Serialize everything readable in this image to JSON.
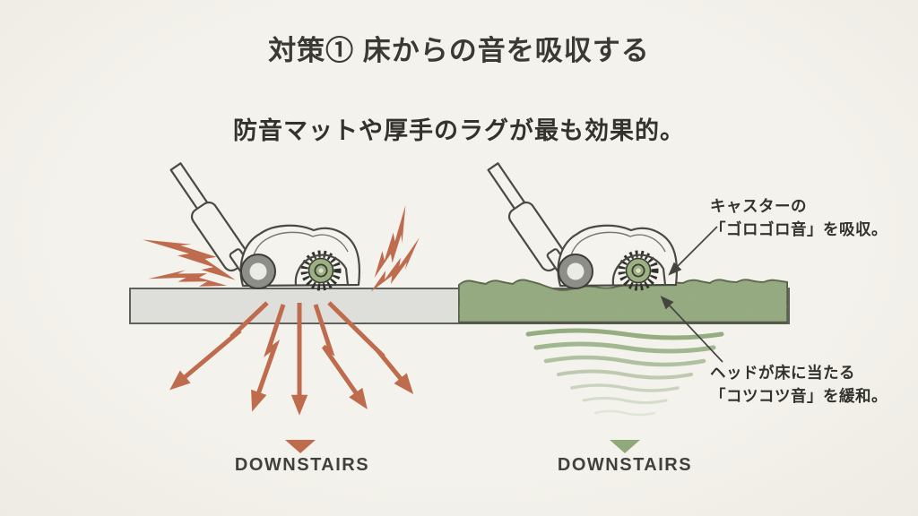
{
  "slide": {
    "title": "対策① 床からの音を吸収する",
    "subtitle": "防音マットや厚手のラグが最も効果的。"
  },
  "annotations": {
    "caster": {
      "line1": "キャスターの",
      "line2": "「ゴロゴロ音」を吸収。"
    },
    "head": {
      "line1": "ヘッドが床に当たる",
      "line2": "「コツコツ音」を緩和。"
    }
  },
  "left_scene": {
    "label": "DOWNSTAIRS"
  },
  "right_scene": {
    "label": "DOWNSTAIRS"
  },
  "colors": {
    "background": "#f2f0e9",
    "impact_red": "#bf6b4d",
    "absorb_green": "#8fa97b",
    "rug_green": "#93a97e",
    "floor_gray": "#dededa",
    "line_dark": "#45453f",
    "text_dark": "#3a3934"
  }
}
